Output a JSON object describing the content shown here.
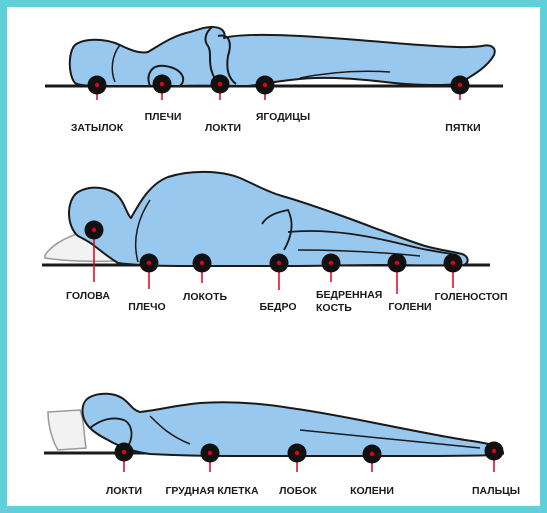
{
  "colors": {
    "frame": "#5fcfd9",
    "body_fill": "#99c8ef",
    "outline": "#1a1a1a",
    "pressure_dot": "#e2001a",
    "pillow": "#f2f2f2"
  },
  "scenes": [
    {
      "id": "supine",
      "labels": [
        "ЗАТЫЛОК",
        "ПЛЕЧИ",
        "ЛОКТИ",
        "ЯГОДИЦЫ",
        "ПЯТКИ"
      ]
    },
    {
      "id": "side",
      "labels": [
        "ГОЛОВА",
        "ПЛЕЧО",
        "ЛОКОТЬ",
        "БЕДРО",
        "БЕДРЕННАЯ",
        "КОСТЬ",
        "ГОЛЕНИ",
        "ГОЛЕНОСТОП"
      ]
    },
    {
      "id": "prone",
      "labels": [
        "ЛОКТИ",
        "ГРУДНАЯ КЛЕТКА",
        "ЛОБОК",
        "КОЛЕНИ",
        "ПАЛЬЦЫ"
      ]
    }
  ]
}
